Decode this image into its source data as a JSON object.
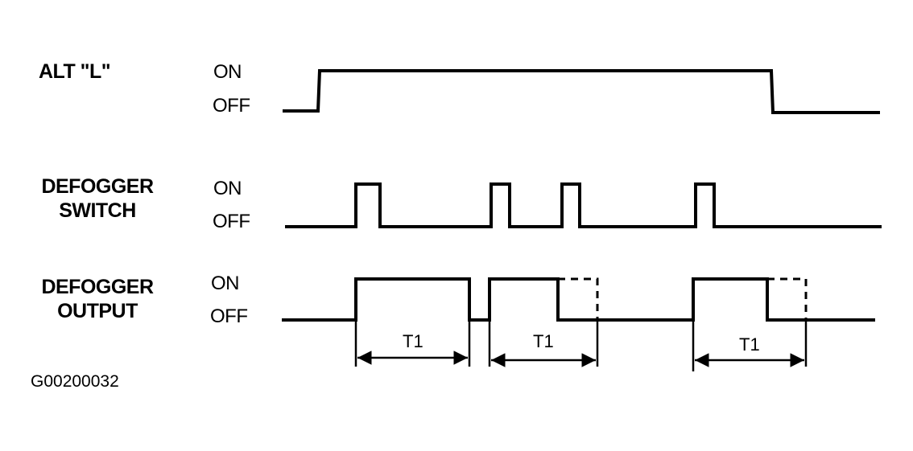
{
  "signals": [
    {
      "id": "alt-l",
      "label": "ALT \"L\"",
      "on": "ON",
      "off": "OFF"
    },
    {
      "id": "defogger-switch",
      "label": "DEFOGGER SWITCH",
      "label_lines": [
        "DEFOGGER",
        "SWITCH"
      ],
      "on": "ON",
      "off": "OFF"
    },
    {
      "id": "defogger-output",
      "label": "DEFOGGER OUTPUT",
      "label_lines": [
        "DEFOGGER",
        "OUTPUT"
      ],
      "on": "ON",
      "off": "OFF"
    }
  ],
  "interval_label": "T1",
  "figure_code": "G00200032"
}
